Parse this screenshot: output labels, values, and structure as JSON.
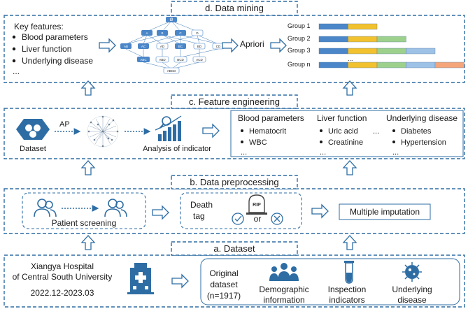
{
  "mining": {
    "title": "d. Data mining",
    "features_title": "Key features:",
    "features": [
      "Blood parameters",
      "Liver function",
      "Underlying disease"
    ],
    "ellipsis": "...",
    "lattice_root": "Ø",
    "lattice_row1": [
      "A",
      "B",
      "C",
      "D"
    ],
    "lattice_row2": [
      "AB",
      "AC",
      "AD",
      "BC",
      "BD",
      "CD"
    ],
    "lattice_row3": [
      "ABC",
      "ABD",
      "BCD",
      "ACD"
    ],
    "lattice_row4": "ABCD",
    "algorithm": "Apriori",
    "groups": [
      {
        "label": "Group 1",
        "segments": 2
      },
      {
        "label": "Group 2",
        "segments": 3
      },
      {
        "label": "Group 3",
        "segments": 4
      },
      {
        "label": "Group n",
        "segments": 5
      }
    ],
    "groups_ellipsis": "...",
    "segment_colors": [
      "#4a86c8",
      "#f2c12e",
      "#9dd08b",
      "#9ec1e6",
      "#f4a57a"
    ]
  },
  "features": {
    "title": "c. Feature engineering",
    "dataset_label": "Dataset",
    "ap_label": "AP",
    "analysis_label": "Analysis of indicator",
    "categories": [
      {
        "title": "Blood parameters",
        "items": [
          "Hematocrit",
          "WBC"
        ],
        "more": "..."
      },
      {
        "title": "Liver function",
        "items": [
          "Uric acid",
          "Creatinine"
        ],
        "more": "..."
      },
      {
        "title": "Underlying disease",
        "items": [
          "Diabetes",
          "Hypertension"
        ],
        "more": "..."
      }
    ],
    "between": "..."
  },
  "preprocessing": {
    "title": "b. Data preprocessing",
    "screening_label": "Patient screening",
    "death_tag_line1": "Death",
    "death_tag_line2": "tag",
    "rip": "RIP",
    "or_label": "or",
    "imputation_label": "Multiple imputation"
  },
  "dataset": {
    "title": "a. Dataset",
    "hospital_line1": "Xiangya Hospital",
    "hospital_line2": "of Central South University",
    "period": "2022.12-2023.03",
    "original_line1": "Original",
    "original_line2": "dataset",
    "original_line3": "(n=1917)",
    "demographic_line1": "Demographic",
    "demographic_line2": "information",
    "inspection_line1": "Inspection",
    "inspection_line2": "indicators",
    "underlying_line1": "Underlying",
    "underlying_line2": "disease"
  }
}
